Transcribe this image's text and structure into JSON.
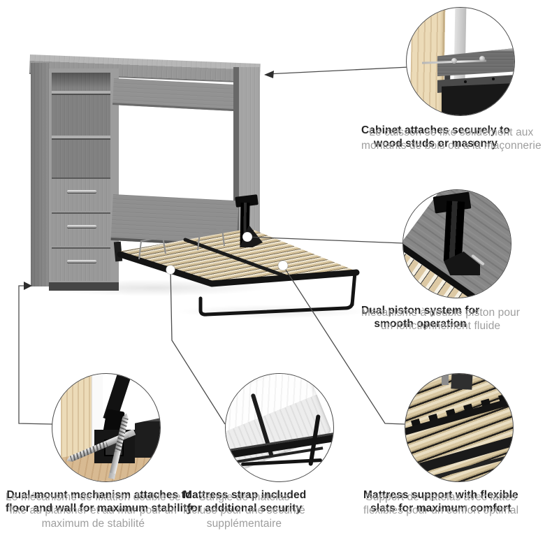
{
  "palette": {
    "background": "#ffffff",
    "text_primary": "#262626",
    "text_secondary": "#9e9e9e",
    "connector_line": "#4c4c4c",
    "cabinet_gray": "#9a9a9a",
    "cabinet_dark_edge": "#565656",
    "slat_beige": "#d8c59e",
    "metal_black": "#161616",
    "stud_wood_beige": "#ecdbb8",
    "floor_wood_tan": "#d8ba92",
    "drawer_handle_silver": "#e8e8e8"
  },
  "callouts": [
    {
      "id": "cabinet-mount",
      "en": "Cabinet attaches securely to\nwood studs or masonry",
      "fr": "Le caisson se fixe solidement aux\nmontants de bois ou à la maçonnerie"
    },
    {
      "id": "dual-piston",
      "en": "Dual piston system for\nsmooth operation",
      "fr": "Mécanisme à double piston pour\nun fonctionnement fluide"
    },
    {
      "id": "slat-support",
      "en": "Mattress support with flexible\nslats for maximum comfort",
      "fr": "Support de matelas avec lattes\nflexibles pour un confort optimal"
    },
    {
      "id": "dual-mount",
      "en": "Dual-mount mechanism attaches to\nfloor and wall for maximum stability",
      "fr": "Le mécanisme de fixation double se\nfixe au plancher et au mur pour un\nmaximum de stabilité"
    },
    {
      "id": "mattress-strap",
      "en": "Mattress strap included\nfor additional security",
      "fr": "Sangle de matelas\nincluse pour une sécurité\nsupplémentaire"
    }
  ]
}
